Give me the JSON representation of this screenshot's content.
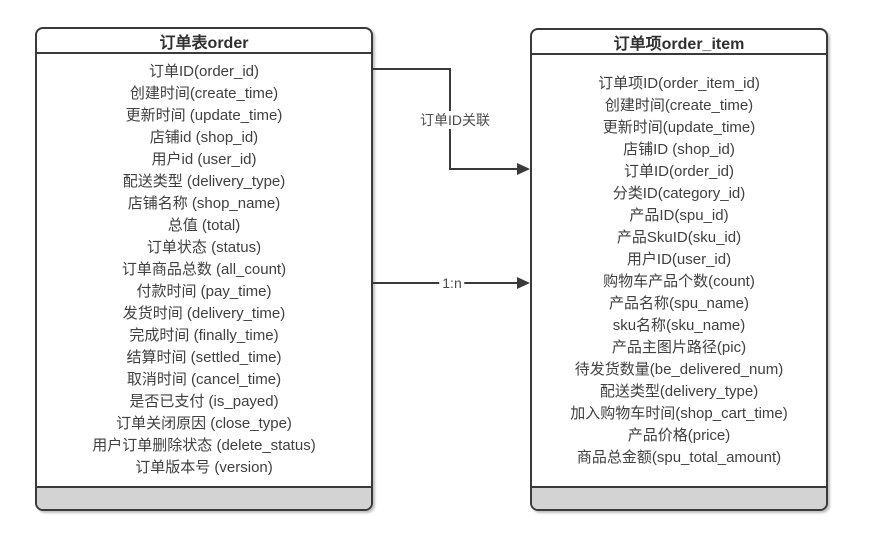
{
  "entities": [
    {
      "name": "订单表order",
      "fields": [
        "订单ID(order_id)",
        "创建时间(create_time)",
        "更新时间 (update_time)",
        "店铺id (shop_id)",
        "用户id (user_id)",
        "配送类型 (delivery_type)",
        "店铺名称 (shop_name)",
        "总值 (total)",
        "订单状态 (status)",
        "订单商品总数 (all_count)",
        "付款时间 (pay_time)",
        "发货时间 (delivery_time)",
        "完成时间 (finally_time)",
        "结算时间 (settled_time)",
        "取消时间 (cancel_time)",
        "是否已支付 (is_payed)",
        "订单关闭原因 (close_type)",
        "用户订单删除状态 (delete_status)",
        "订单版本号 (version)"
      ]
    },
    {
      "name": "订单项order_item",
      "fields": [
        "订单项ID(order_item_id)",
        "创建时间(create_time)",
        "更新时间(update_time)",
        "店铺ID (shop_id)",
        "订单ID(order_id)",
        "分类ID(category_id)",
        "产品ID(spu_id)",
        "产品SkuID(sku_id)",
        "用户ID(user_id)",
        "购物车产品个数(count)",
        "产品名称(spu_name)",
        "sku名称(sku_name)",
        "产品主图片路径(pic)",
        "待发货数量(be_delivered_num)",
        "配送类型(delivery_type)",
        "加入购物车时间(shop_cart_time)",
        "产品价格(price)",
        "商品总金额(spu_total_amount)"
      ]
    }
  ],
  "connectors": [
    {
      "label": "订单ID关联",
      "from": "订单表order",
      "to": "订单项order_item",
      "direction": "right"
    },
    {
      "label": "1:n",
      "from": "订单表order",
      "to": "订单项order_item",
      "direction": "right"
    }
  ],
  "colors": {
    "border": "#3a3a3a",
    "text": "#404040",
    "footer_fill": "#d3d3d3",
    "background": "#ffffff"
  }
}
